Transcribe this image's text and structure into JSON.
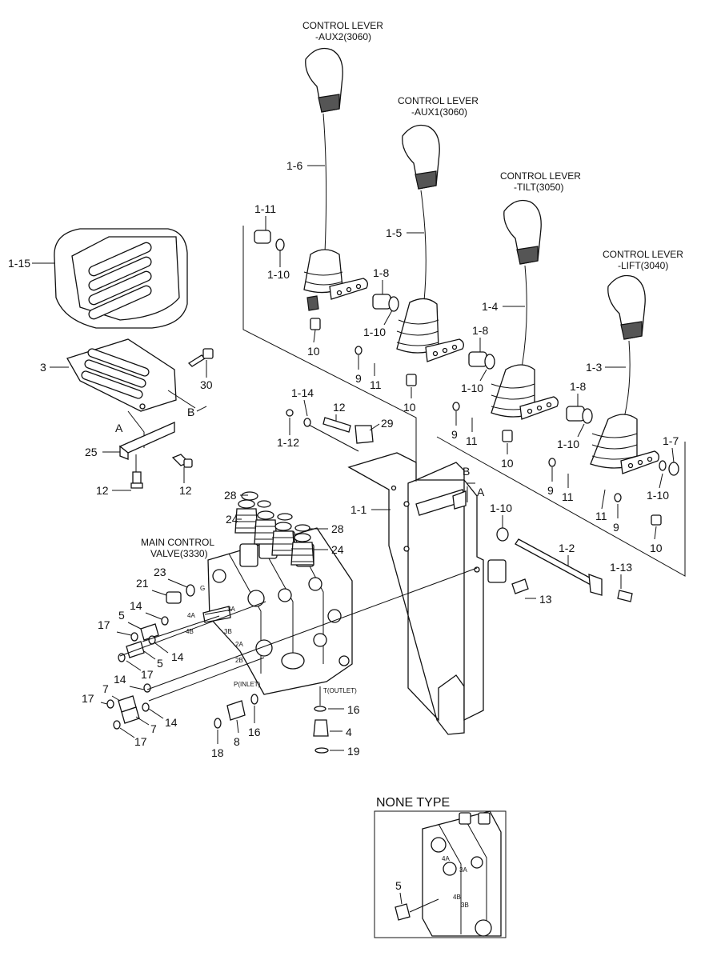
{
  "levers": [
    {
      "title": "CONTROL LEVER",
      "code": "-AUX2(3060)"
    },
    {
      "title": "CONTROL LEVER",
      "code": "-AUX1(3060)"
    },
    {
      "title": "CONTROL LEVER",
      "code": "-TILT(3050)"
    },
    {
      "title": "CONTROL LEVER",
      "code": "-LIFT(3040)"
    }
  ],
  "valve": {
    "line1": "MAIN CONTROL",
    "line2": "VALVE(3330)"
  },
  "ports": {
    "inlet": "P(INLET)",
    "outlet": "T(OUTLET)",
    "g": "G",
    "p4a": "4A",
    "p4b": "4B",
    "p3a": "3A",
    "p3b": "3B",
    "p2a": "2A",
    "p2b": "2B"
  },
  "section_marks": {
    "a": "A",
    "b": "B"
  },
  "inset": {
    "title": "NONE TYPE",
    "part": "5",
    "p4a": "4A",
    "p4b": "4B",
    "p3a": "3A",
    "p3b": "3B"
  },
  "callouts": {
    "c1_1": "1-1",
    "c1_2": "1-2",
    "c1_3": "1-3",
    "c1_4": "1-4",
    "c1_5": "1-5",
    "c1_6": "1-6",
    "c1_7": "1-7",
    "c1_8": "1-8",
    "c1_10": "1-10",
    "c1_11": "1-11",
    "c1_12": "1-12",
    "c1_13": "1-13",
    "c1_14": "1-14",
    "c1_15": "1-15",
    "c3": "3",
    "c4": "4",
    "c5": "5",
    "c7": "7",
    "c8": "8",
    "c9": "9",
    "c10": "10",
    "c11": "11",
    "c12": "12",
    "c13": "13",
    "c14": "14",
    "c16": "16",
    "c17": "17",
    "c18": "18",
    "c19": "19",
    "c21": "21",
    "c23": "23",
    "c24": "24",
    "c25": "25",
    "c28": "28",
    "c29": "29",
    "c30": "30"
  }
}
